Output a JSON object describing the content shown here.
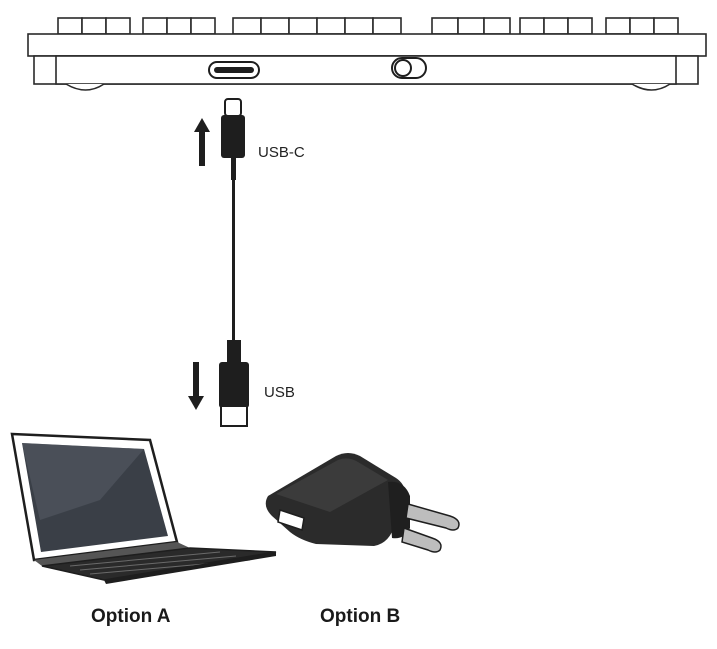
{
  "labels": {
    "usb_c": "USB-C",
    "usb": "USB",
    "option_a": "Option A",
    "option_b": "Option B"
  },
  "icons": {
    "keyboard": "keyboard-icon",
    "usb_c_port": "usb-c-port-icon",
    "power_switch": "power-switch-icon",
    "usb_c_plug": "usb-c-plug-icon",
    "usb_a_plug": "usb-a-plug-icon",
    "arrow_up": "arrow-up-icon",
    "arrow_down": "arrow-down-icon",
    "laptop": "laptop-icon",
    "wall_charger": "wall-charger-icon"
  },
  "colors": {
    "ink": "#1e1e1e",
    "outline": "#2a2a2a",
    "charger_body": "#2b2b2b",
    "laptop_screen": "#3a3f47"
  }
}
